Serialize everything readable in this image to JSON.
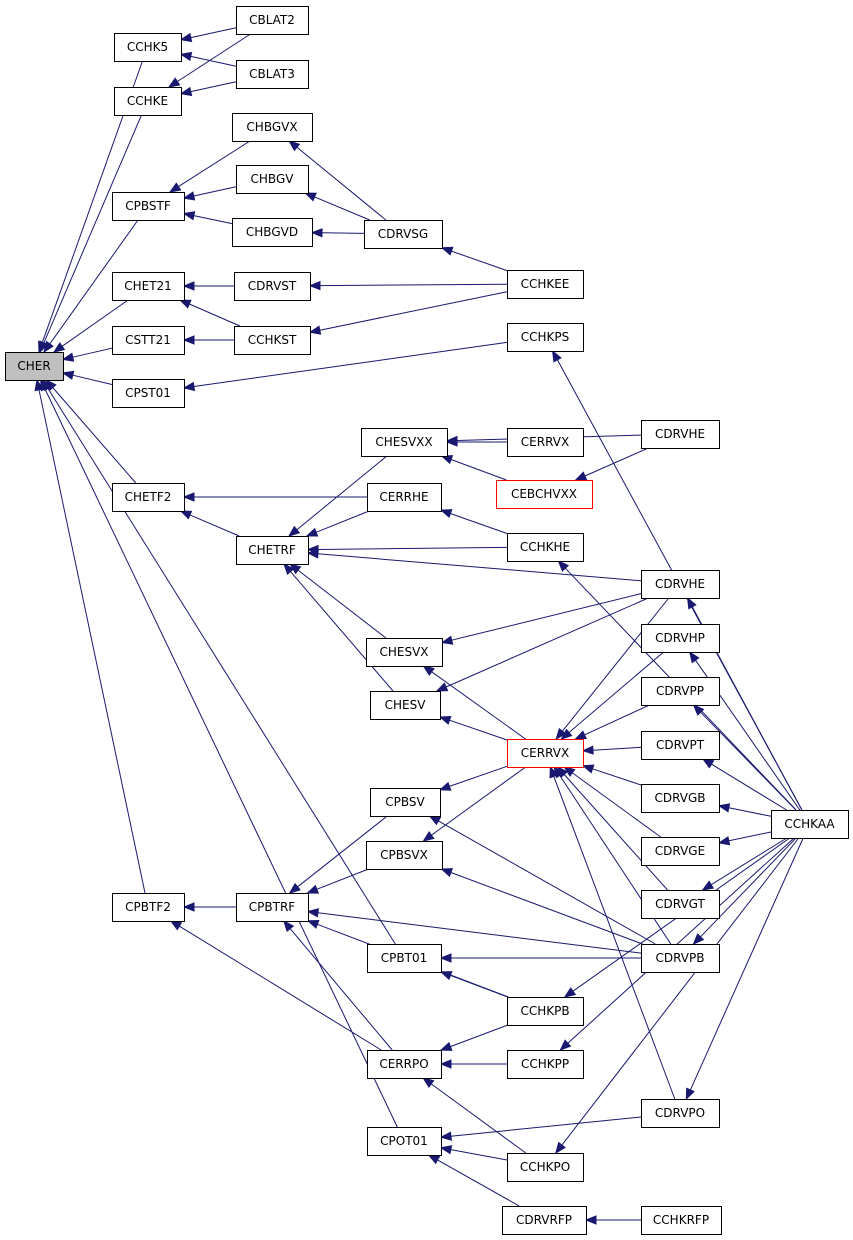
{
  "colors": {
    "edge": "#191970",
    "node_border": "#000000",
    "node_highlight_border": "#ff0000",
    "root_fill": "#bfbfbf",
    "node_fill": "#ffffff"
  },
  "graph": {
    "root": "CHER",
    "nodes": [
      {
        "id": "CHER",
        "label": "CHER",
        "style": "root"
      },
      {
        "id": "CCHK5",
        "label": "CCHK5",
        "style": "normal"
      },
      {
        "id": "CBLAT2",
        "label": "CBLAT2",
        "style": "normal"
      },
      {
        "id": "CCHKE",
        "label": "CCHKE",
        "style": "normal"
      },
      {
        "id": "CBLAT3",
        "label": "CBLAT3",
        "style": "normal"
      },
      {
        "id": "CHBGVX",
        "label": "CHBGVX",
        "style": "normal"
      },
      {
        "id": "CPBSTF",
        "label": "CPBSTF",
        "style": "normal"
      },
      {
        "id": "CHBGV",
        "label": "CHBGV",
        "style": "normal"
      },
      {
        "id": "CHBGVD",
        "label": "CHBGVD",
        "style": "normal"
      },
      {
        "id": "CDRVSG",
        "label": "CDRVSG",
        "style": "normal"
      },
      {
        "id": "CHET21",
        "label": "CHET21",
        "style": "normal"
      },
      {
        "id": "CDRVST",
        "label": "CDRVST",
        "style": "normal"
      },
      {
        "id": "CCHKEE",
        "label": "CCHKEE",
        "style": "normal"
      },
      {
        "id": "CSTT21",
        "label": "CSTT21",
        "style": "normal"
      },
      {
        "id": "CCHKST",
        "label": "CCHKST",
        "style": "normal"
      },
      {
        "id": "CCHKPS",
        "label": "CCHKPS",
        "style": "normal"
      },
      {
        "id": "CPST01",
        "label": "CPST01",
        "style": "normal"
      },
      {
        "id": "CHESVXX",
        "label": "CHESVXX",
        "style": "normal"
      },
      {
        "id": "CERRVX_TOP",
        "label": "CERRVX",
        "style": "normal"
      },
      {
        "id": "CDRVHE_TOP",
        "label": "CDRVHE",
        "style": "normal"
      },
      {
        "id": "CEBCHVXX",
        "label": "CEBCHVXX",
        "style": "highlight"
      },
      {
        "id": "CHETF2",
        "label": "CHETF2",
        "style": "normal"
      },
      {
        "id": "CERRHE",
        "label": "CERRHE",
        "style": "normal"
      },
      {
        "id": "CHETRF",
        "label": "CHETRF",
        "style": "normal"
      },
      {
        "id": "CCHKHE",
        "label": "CCHKHE",
        "style": "normal"
      },
      {
        "id": "CDRVHE",
        "label": "CDRVHE",
        "style": "normal"
      },
      {
        "id": "CDRVHP",
        "label": "CDRVHP",
        "style": "normal"
      },
      {
        "id": "CHESVX",
        "label": "CHESVX",
        "style": "normal"
      },
      {
        "id": "CDRVPP",
        "label": "CDRVPP",
        "style": "normal"
      },
      {
        "id": "CHESV",
        "label": "CHESV",
        "style": "normal"
      },
      {
        "id": "CERRVX",
        "label": "CERRVX",
        "style": "highlight"
      },
      {
        "id": "CDRVPT",
        "label": "CDRVPT",
        "style": "normal"
      },
      {
        "id": "CPBSV",
        "label": "CPBSV",
        "style": "normal"
      },
      {
        "id": "CDRVGB",
        "label": "CDRVGB",
        "style": "normal"
      },
      {
        "id": "CCHKAA",
        "label": "CCHKAA",
        "style": "normal"
      },
      {
        "id": "CPBSVX",
        "label": "CPBSVX",
        "style": "normal"
      },
      {
        "id": "CDRVGE",
        "label": "CDRVGE",
        "style": "normal"
      },
      {
        "id": "CPBTF2",
        "label": "CPBTF2",
        "style": "normal"
      },
      {
        "id": "CPBTRF",
        "label": "CPBTRF",
        "style": "normal"
      },
      {
        "id": "CDRVGT",
        "label": "CDRVGT",
        "style": "normal"
      },
      {
        "id": "CPBT01",
        "label": "CPBT01",
        "style": "normal"
      },
      {
        "id": "CDRVPB",
        "label": "CDRVPB",
        "style": "normal"
      },
      {
        "id": "CCHKPB",
        "label": "CCHKPB",
        "style": "normal"
      },
      {
        "id": "CERRPO",
        "label": "CERRPO",
        "style": "normal"
      },
      {
        "id": "CCHKPP",
        "label": "CCHKPP",
        "style": "normal"
      },
      {
        "id": "CDRVPO",
        "label": "CDRVPO",
        "style": "normal"
      },
      {
        "id": "CPOT01",
        "label": "CPOT01",
        "style": "normal"
      },
      {
        "id": "CCHKPO",
        "label": "CCHKPO",
        "style": "normal"
      },
      {
        "id": "CDRVRFP",
        "label": "CDRVRFP",
        "style": "normal"
      },
      {
        "id": "CCHKRFP",
        "label": "CCHKRFP",
        "style": "normal"
      }
    ],
    "edges": [
      {
        "from": "CCHK5",
        "to": "CHER"
      },
      {
        "from": "CCHKE",
        "to": "CHER"
      },
      {
        "from": "CPBSTF",
        "to": "CHER"
      },
      {
        "from": "CHET21",
        "to": "CHER"
      },
      {
        "from": "CSTT21",
        "to": "CHER"
      },
      {
        "from": "CPST01",
        "to": "CHER"
      },
      {
        "from": "CHETF2",
        "to": "CHER"
      },
      {
        "from": "CPBTF2",
        "to": "CHER"
      },
      {
        "from": "CPBT01",
        "to": "CHER"
      },
      {
        "from": "CPOT01",
        "to": "CHER"
      },
      {
        "from": "CBLAT2",
        "to": "CCHK5"
      },
      {
        "from": "CBLAT3",
        "to": "CCHK5"
      },
      {
        "from": "CBLAT2",
        "to": "CCHKE"
      },
      {
        "from": "CBLAT3",
        "to": "CCHKE"
      },
      {
        "from": "CHBGVX",
        "to": "CPBSTF"
      },
      {
        "from": "CHBGV",
        "to": "CPBSTF"
      },
      {
        "from": "CHBGVD",
        "to": "CPBSTF"
      },
      {
        "from": "CDRVSG",
        "to": "CHBGVX"
      },
      {
        "from": "CDRVSG",
        "to": "CHBGV"
      },
      {
        "from": "CDRVSG",
        "to": "CHBGVD"
      },
      {
        "from": "CCHKEE",
        "to": "CDRVSG"
      },
      {
        "from": "CDRVST",
        "to": "CHET21"
      },
      {
        "from": "CCHKST",
        "to": "CHET21"
      },
      {
        "from": "CCHKEE",
        "to": "CDRVST"
      },
      {
        "from": "CCHKEE",
        "to": "CCHKST"
      },
      {
        "from": "CCHKST",
        "to": "CSTT21"
      },
      {
        "from": "CCHKPS",
        "to": "CPST01"
      },
      {
        "from": "CCHKAA",
        "to": "CCHKPS"
      },
      {
        "from": "CERRVX_TOP",
        "to": "CHESVXX"
      },
      {
        "from": "CDRVHE_TOP",
        "to": "CHESVXX"
      },
      {
        "from": "CEBCHVXX",
        "to": "CHESVXX"
      },
      {
        "from": "CDRVHE_TOP",
        "to": "CEBCHVXX"
      },
      {
        "from": "CHESVXX",
        "to": "CHETRF"
      },
      {
        "from": "CERRHE",
        "to": "CHETF2"
      },
      {
        "from": "CHETRF",
        "to": "CHETF2"
      },
      {
        "from": "CERRHE",
        "to": "CHETRF"
      },
      {
        "from": "CCHKHE",
        "to": "CHETRF"
      },
      {
        "from": "CDRVHE",
        "to": "CHETRF"
      },
      {
        "from": "CHESVX",
        "to": "CHETRF"
      },
      {
        "from": "CHESV",
        "to": "CHETRF"
      },
      {
        "from": "CCHKHE",
        "to": "CERRHE"
      },
      {
        "from": "CCHKAA",
        "to": "CCHKHE"
      },
      {
        "from": "CDRVHE",
        "to": "CHESVX"
      },
      {
        "from": "CDRVHE",
        "to": "CHESV"
      },
      {
        "from": "CERRVX",
        "to": "CHESVX"
      },
      {
        "from": "CERRVX",
        "to": "CHESV"
      },
      {
        "from": "CDRVHE",
        "to": "CERRVX"
      },
      {
        "from": "CDRVHP",
        "to": "CERRVX"
      },
      {
        "from": "CDRVPP",
        "to": "CERRVX"
      },
      {
        "from": "CDRVPT",
        "to": "CERRVX"
      },
      {
        "from": "CDRVGB",
        "to": "CERRVX"
      },
      {
        "from": "CDRVGE",
        "to": "CERRVX"
      },
      {
        "from": "CDRVGT",
        "to": "CERRVX"
      },
      {
        "from": "CDRVPB",
        "to": "CERRVX"
      },
      {
        "from": "CDRVPO",
        "to": "CERRVX"
      },
      {
        "from": "CCHKAA",
        "to": "CDRVHE"
      },
      {
        "from": "CCHKAA",
        "to": "CDRVHP"
      },
      {
        "from": "CCHKAA",
        "to": "CDRVPP"
      },
      {
        "from": "CCHKAA",
        "to": "CDRVPT"
      },
      {
        "from": "CCHKAA",
        "to": "CDRVGB"
      },
      {
        "from": "CCHKAA",
        "to": "CDRVGE"
      },
      {
        "from": "CCHKAA",
        "to": "CDRVGT"
      },
      {
        "from": "CCHKAA",
        "to": "CDRVPB"
      },
      {
        "from": "CCHKAA",
        "to": "CCHKPB"
      },
      {
        "from": "CCHKAA",
        "to": "CCHKPP"
      },
      {
        "from": "CCHKAA",
        "to": "CDRVPO"
      },
      {
        "from": "CCHKAA",
        "to": "CCHKPO"
      },
      {
        "from": "CERRVX",
        "to": "CPBSV"
      },
      {
        "from": "CERRVX",
        "to": "CPBSVX"
      },
      {
        "from": "CDRVPB",
        "to": "CPBSV"
      },
      {
        "from": "CDRVPB",
        "to": "CPBSVX"
      },
      {
        "from": "CDRVPB",
        "to": "CPBTRF"
      },
      {
        "from": "CDRVPB",
        "to": "CPBT01"
      },
      {
        "from": "CPBSV",
        "to": "CPBTRF"
      },
      {
        "from": "CPBSVX",
        "to": "CPBTRF"
      },
      {
        "from": "CPBTRF",
        "to": "CPBTF2"
      },
      {
        "from": "CERRPO",
        "to": "CPBTF2"
      },
      {
        "from": "CCHKPB",
        "to": "CPBTRF"
      },
      {
        "from": "CERRPO",
        "to": "CPBTRF"
      },
      {
        "from": "CCHKPB",
        "to": "CPBT01"
      },
      {
        "from": "CCHKPB",
        "to": "CERRPO"
      },
      {
        "from": "CCHKPP",
        "to": "CERRPO"
      },
      {
        "from": "CCHKPO",
        "to": "CERRPO"
      },
      {
        "from": "CDRVPO",
        "to": "CPOT01"
      },
      {
        "from": "CCHKPO",
        "to": "CPOT01"
      },
      {
        "from": "CDRVRFP",
        "to": "CPOT01"
      },
      {
        "from": "CCHKRFP",
        "to": "CDRVRFP"
      }
    ]
  }
}
